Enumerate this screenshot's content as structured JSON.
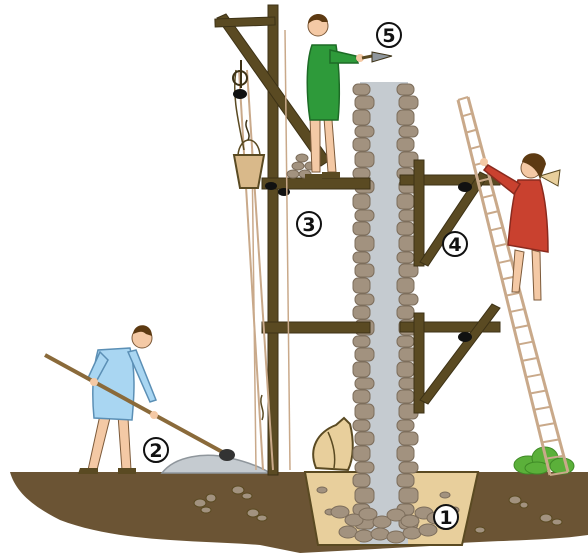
{
  "colors": {
    "background": "#ffffff",
    "soil": "#6b5434",
    "soil_light": "#e8cf9c",
    "wood": "#5a4a22",
    "stone": "#a2927f",
    "stone_dark": "#7c6d5b",
    "mortar_core": "#c5cbd0",
    "worker_green": "#2e9a3a",
    "worker_blue": "#a9d6f2",
    "worker_red": "#c9412f",
    "skin": "#f4c9a5",
    "hair": "#5d3a12",
    "bush": "#5bb03a",
    "rope": "#c9a98a"
  },
  "labels": [
    {
      "id": "foundation",
      "text": "1"
    },
    {
      "id": "mortar-mixing",
      "text": "2"
    },
    {
      "id": "putlog-holes",
      "text": "3"
    },
    {
      "id": "scaffold-bracket",
      "text": "4"
    },
    {
      "id": "mason-trowel",
      "text": "5"
    }
  ],
  "icons": {
    "pulley": "pulley-icon",
    "bucket": "bucket-icon",
    "sack": "sack-icon",
    "ladder": "ladder-icon",
    "trowel": "trowel-icon",
    "hoe": "hoe-icon"
  }
}
